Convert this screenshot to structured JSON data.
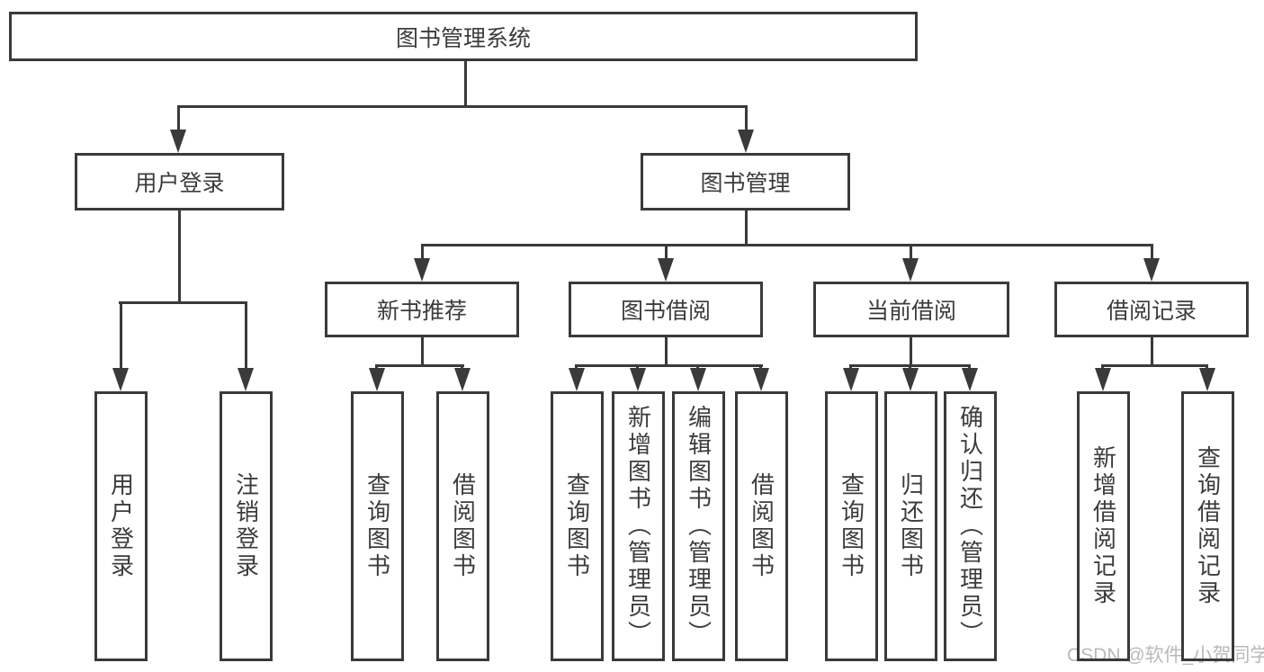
{
  "watermark": "CSDN @软件_小贺同学",
  "colors": {
    "line": "#3a3a3a",
    "border": "#3a3a3a",
    "text": "#3c3c3c",
    "watermark": "#b9b9b9",
    "background": "#ffffff"
  },
  "tree": {
    "root": {
      "label": "图书管理系统",
      "children": [
        {
          "label": "用户登录",
          "children": [
            {
              "label": "用户登录"
            },
            {
              "label": "注销登录"
            }
          ]
        },
        {
          "label": "图书管理",
          "children": [
            {
              "label": "新书推荐",
              "children": [
                {
                  "label": "查询图书"
                },
                {
                  "label": "借阅图书"
                }
              ]
            },
            {
              "label": "图书借阅",
              "children": [
                {
                  "label": "查询图书"
                },
                {
                  "label": "新增图书（管理员）"
                },
                {
                  "label": "编辑图书（管理员）"
                },
                {
                  "label": "借阅图书"
                }
              ]
            },
            {
              "label": "当前借阅",
              "children": [
                {
                  "label": "查询图书"
                },
                {
                  "label": "归还图书"
                },
                {
                  "label": "确认归还（管理员）"
                }
              ]
            },
            {
              "label": "借阅记录",
              "children": [
                {
                  "label": "新增借阅记录"
                },
                {
                  "label": "查询借阅记录"
                }
              ]
            }
          ]
        }
      ]
    }
  }
}
